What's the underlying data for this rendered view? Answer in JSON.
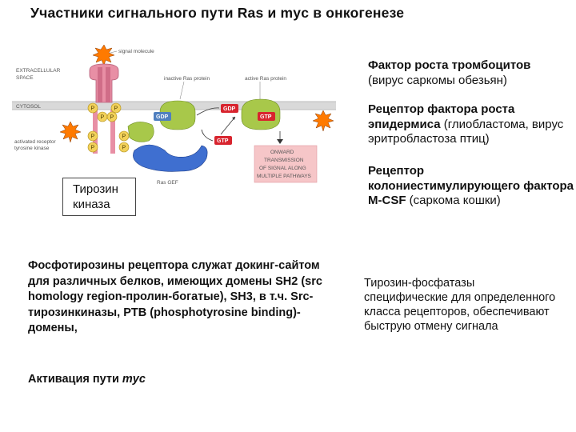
{
  "title": "Участники сигнального пути Ras и myc в онкогенезе",
  "diagram": {
    "signal_molecule": "signal molecule",
    "extracellular_1": "EXTRACELLULAR",
    "extracellular_2": "SPACE",
    "cytosol": "CYTOSOL",
    "inactive_ras": "inactive Ras protein",
    "active_ras": "active Ras protein",
    "gdp": "GDP",
    "gtp": "GTP",
    "p": "P",
    "activated_receptor_1": "activated receptor",
    "activated_receptor_2": "tyrosine kinase",
    "ras_gef": "Ras GEF",
    "onward": [
      "ONWARD",
      "TRANSMISSION",
      "OF SIGNAL ALONG",
      "MULTIPLE PATHWAYS"
    ]
  },
  "tyrosine_kinase_label": "Тирозин киназа",
  "right": {
    "item1_line1": "Фактор роста тромбоцитов",
    "item1_line2": "(вирус саркомы обезьян)",
    "item2_bold": "Рецептор фактора роста эпидермиса",
    "item2_rest": " (глиобластома, вирус эритробластоза птиц)",
    "item3_bold": "Рецептор колониестимулирующего фактора M-CSF",
    "item3_rest": " (саркома кошки)",
    "item4": "Тирозин-фосфатазы специфические для определенного класса рецепторов, обеспечивают быструю отмену сигнала"
  },
  "left": {
    "paragraph": "Фосфотирозины рецептора служат докинг-сайтом для различных белков, имеющих домены SH2 (src homology region-пролин-богатые), SH3, в т.ч. Src-тирозинкиназы, PTB (phosphotyrosine binding)-домены,",
    "activation_prefix": "Активация пути ",
    "activation_italic": "myc"
  },
  "colors": {
    "receptor": "#e88fa5",
    "phospho": "#f2d15a",
    "ras": "#a8c84a",
    "gef": "#3f6fd0",
    "gtp": "#d8242e",
    "gdp": "#4f7fbf",
    "membrane": "#d9d9d9",
    "onward_box": "#f6c6c8",
    "burst": "#ff7a00"
  }
}
